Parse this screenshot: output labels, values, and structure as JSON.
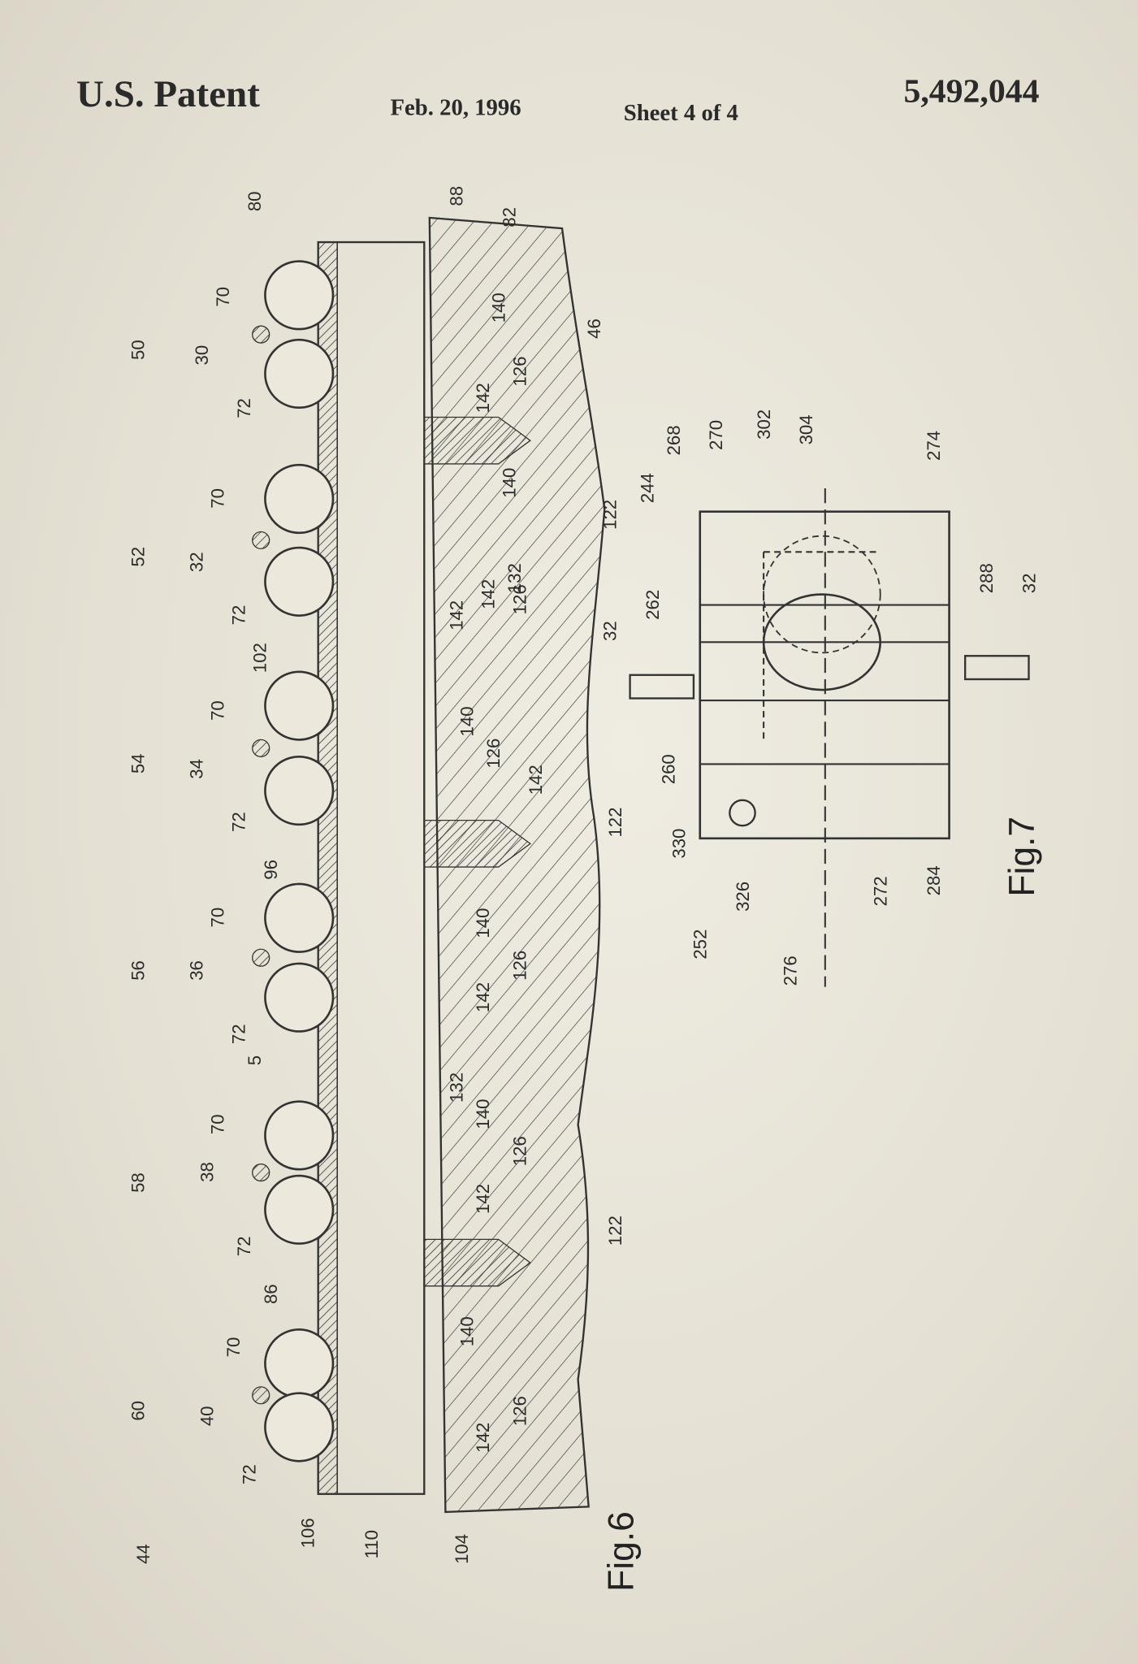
{
  "header": {
    "left": "U.S. Patent",
    "date": "Feb. 20, 1996",
    "sheet": "Sheet 4 of 4",
    "patent_number": "5,492,044"
  },
  "fig6": {
    "title": "Fig.6",
    "labels": [
      "44",
      "60",
      "40",
      "72",
      "70",
      "86",
      "106",
      "110",
      "104",
      "142",
      "126",
      "140",
      "122",
      "58",
      "38",
      "72",
      "70",
      "132",
      "140",
      "142",
      "126",
      "56",
      "36",
      "72",
      "5",
      "70",
      "142",
      "126",
      "140",
      "96",
      "54",
      "34",
      "72",
      "70",
      "140",
      "126",
      "142",
      "122",
      "102",
      "52",
      "32",
      "72",
      "70",
      "142",
      "142",
      "132",
      "126",
      "140",
      "122",
      "50",
      "30",
      "72",
      "70",
      "142",
      "126",
      "140",
      "82",
      "88",
      "80",
      "46"
    ]
  },
  "fig7": {
    "title": "Fig.7",
    "labels": [
      "244",
      "268",
      "270",
      "302",
      "304",
      "274",
      "32",
      "262",
      "260",
      "330",
      "252",
      "326",
      "276",
      "272",
      "284",
      "288",
      "32"
    ]
  }
}
